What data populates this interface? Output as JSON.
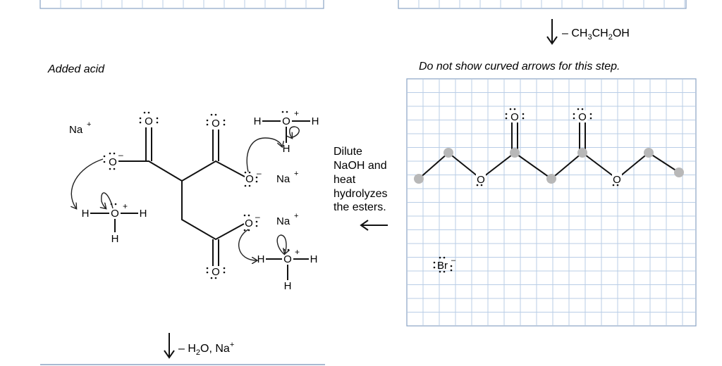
{
  "top_right_reaction": {
    "elimination_prefix": "– CH",
    "sub1": "3",
    "mid": "CH",
    "sub2": "2",
    "suffix": "OH"
  },
  "left_panel": {
    "title": "Added acid",
    "na_plus": "Na",
    "plus": "+",
    "minus": "–",
    "oxygen": "O",
    "hydrogen": "H"
  },
  "bottom_left_reaction": {
    "prefix": "– H",
    "sub": "2",
    "suffix": "O, Na",
    "sup": "+"
  },
  "middle_text": {
    "lines": [
      "Dilute",
      "NaOH and",
      "heat",
      "hydrolyzes",
      "the esters."
    ]
  },
  "right_panel": {
    "instruction": "Do not show curved arrows for this step.",
    "bromide": "Br",
    "bromide_charge": "–",
    "oxygen": "O"
  },
  "colors": {
    "grid_line": "#b9cde6",
    "grid_border": "#8aa4c4",
    "atom_dot": "#b8b8b8",
    "bond": "#111111"
  }
}
